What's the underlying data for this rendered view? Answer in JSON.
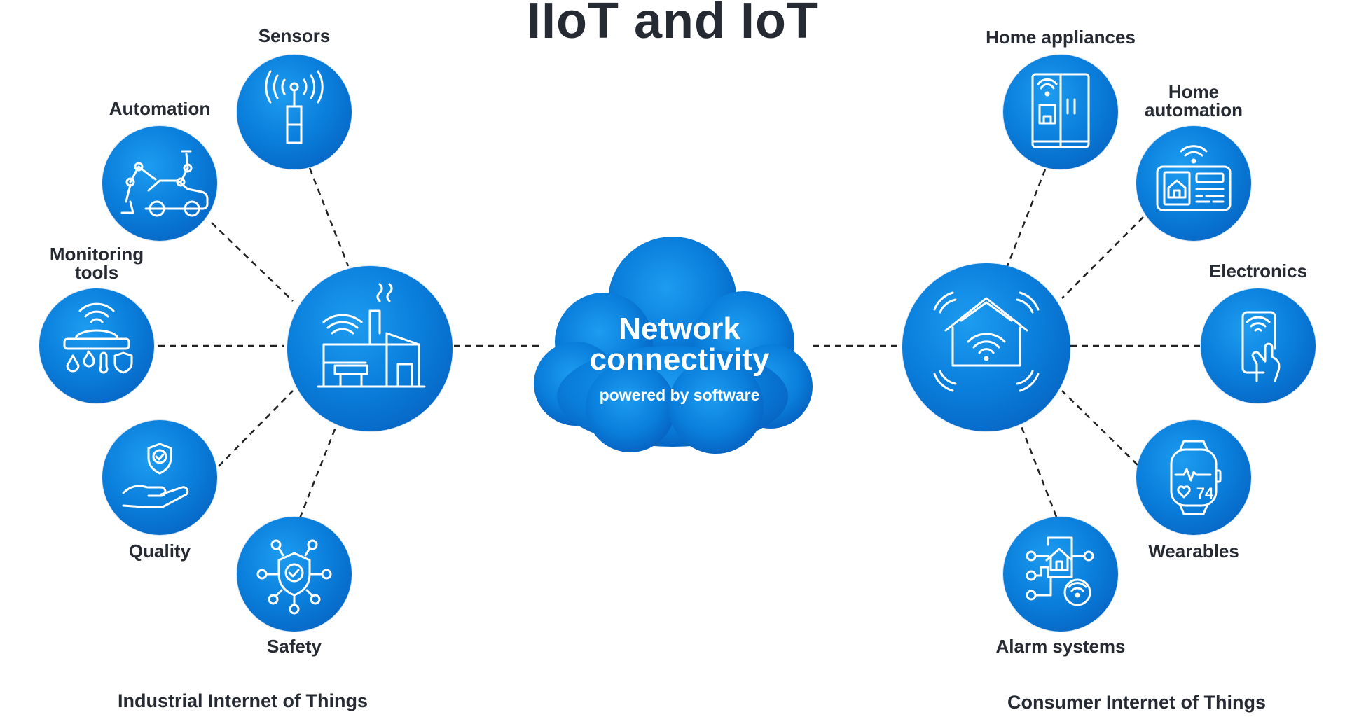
{
  "title": "IIoT and IoT",
  "cloud": {
    "line1": "Network",
    "line2": "connectivity",
    "subtitle": "powered by software"
  },
  "iiot": {
    "footer": "Industrial Internet of Things",
    "hub_icon": "factory-wifi-icon",
    "nodes": [
      {
        "label": "Sensors",
        "icon": "sensor-antenna-icon"
      },
      {
        "label": "Automation",
        "icon": "robot-arm-car-icon"
      },
      {
        "label_line1": "Monitoring",
        "label_line2": "tools",
        "icon": "monitoring-tools-icon"
      },
      {
        "label": "Quality",
        "icon": "shield-hand-icon"
      },
      {
        "label": "Safety",
        "icon": "shield-network-icon"
      }
    ]
  },
  "iot": {
    "footer": "Consumer Internet of Things",
    "hub_icon": "smart-home-wifi-icon",
    "nodes": [
      {
        "label": "Home appliances",
        "icon": "smart-fridge-icon"
      },
      {
        "label_line1": "Home",
        "label_line2": "automation",
        "icon": "home-control-panel-icon"
      },
      {
        "label": "Electronics",
        "icon": "smartphone-icon"
      },
      {
        "label": "Wearables",
        "icon": "smartwatch-icon",
        "readout": "74"
      },
      {
        "label": "Alarm systems",
        "icon": "alarm-home-icon"
      }
    ]
  },
  "colors": {
    "node_light": "#1d9cf0",
    "node_dark": "#0559b8",
    "text": "#262b33",
    "connector": "#222222"
  }
}
